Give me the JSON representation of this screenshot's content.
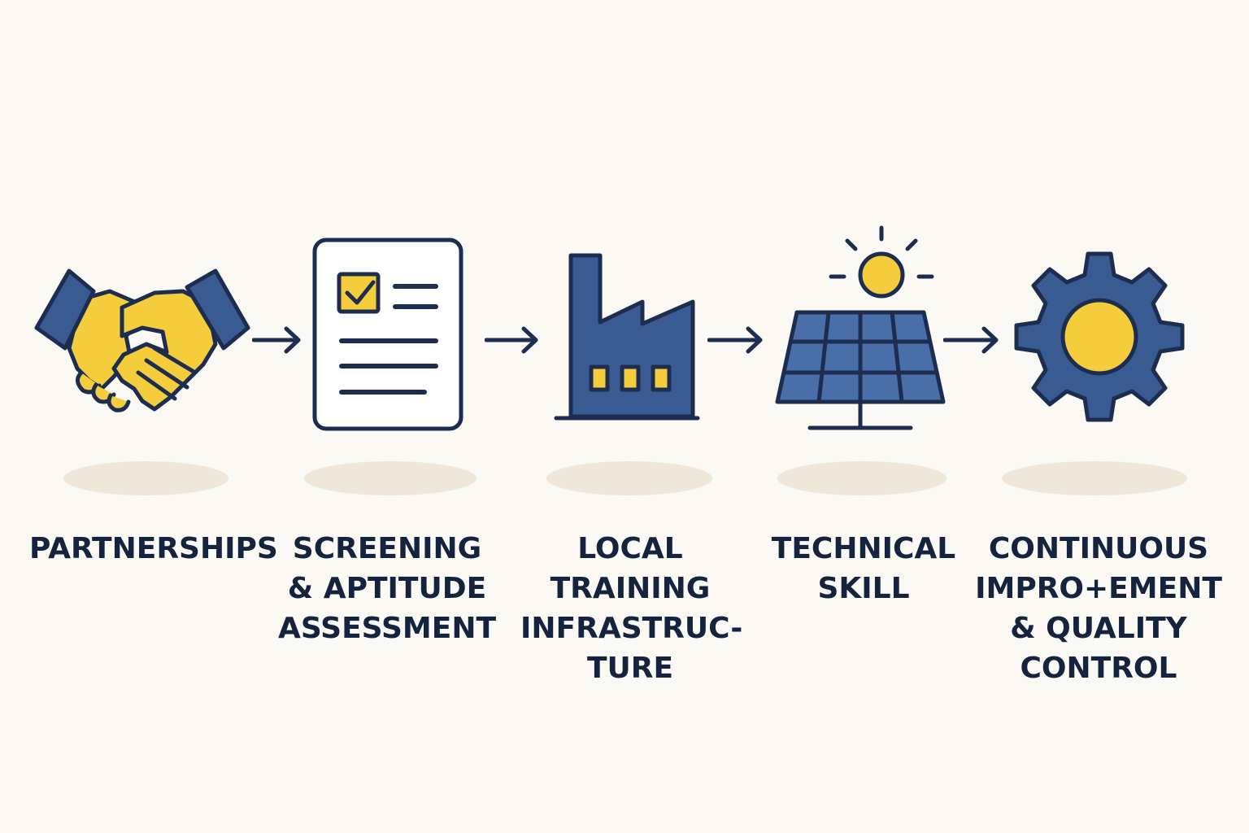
{
  "colors": {
    "background": "#fbf9f3",
    "navy": "#1c2d50",
    "blue": "#3a5a92",
    "panel_blue": "#4a6ea8",
    "yellow": "#f5cd3c",
    "shadow": "#efe8da",
    "text": "#15233f"
  },
  "steps": [
    {
      "icon": "handshake-icon",
      "label": "PARTNERSHIPS"
    },
    {
      "icon": "checklist-document-icon",
      "label": "SCREENING\n& APTITUDE\nASSESSMENT"
    },
    {
      "icon": "factory-icon",
      "label": "LOCAL\nTRAINING\nINFRASTRUC-\nTURE"
    },
    {
      "icon": "solar-panel-icon",
      "label": "TECHNICAL\nSKILL"
    },
    {
      "icon": "gear-icon",
      "label": "CONTINUOUS\nIMPRO+EMENT\n& QUALITY\nCONTROL"
    }
  ],
  "connector_icon": "right-arrow-icon"
}
